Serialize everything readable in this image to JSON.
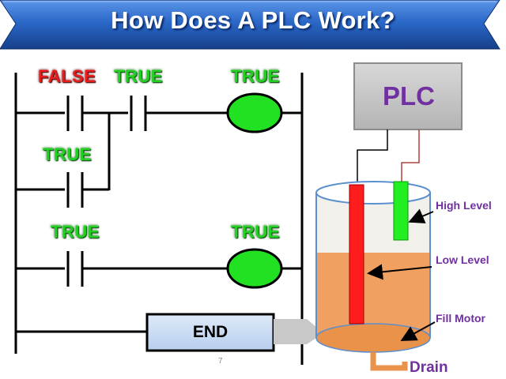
{
  "banner": {
    "title": "How Does A PLC Work?"
  },
  "ladder": {
    "rung1": {
      "contact_a": "FALSE",
      "contact_b": "TRUE",
      "coil": "TRUE"
    },
    "branch": {
      "contact": "TRUE"
    },
    "rung2": {
      "contact": "TRUE",
      "coil": "TRUE"
    },
    "end_label": "END"
  },
  "plc": {
    "label": "PLC"
  },
  "tank": {
    "high_level": "High Level",
    "low_level": "Low Level",
    "fill_motor": "Fill Motor",
    "drain": "Drain"
  },
  "page_number": "7",
  "colors": {
    "banner": "#1f5fbf",
    "true": "#22d022",
    "false": "#e81c1c",
    "coil": "#22e022",
    "plc_box": "#c8c8c8",
    "liquid": "#f0a060",
    "label_purple": "#7030a0",
    "end_box": "#c5d9f1"
  }
}
